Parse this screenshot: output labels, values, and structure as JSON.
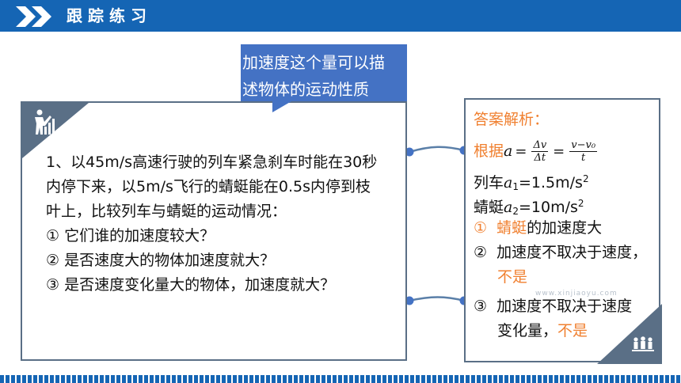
{
  "header": {
    "title": "跟踪练习"
  },
  "callout": {
    "lines": [
      "加速度这个量可以描",
      "述物体的运动性质"
    ]
  },
  "question": {
    "lines": [
      "1、以45m/s高速行驶的列车紧急刹车时能在30秒",
      "内停下来，以5m/s飞行的蜻蜓能在0.5s内停到枝",
      "叶上，比较列车与蜻蜓的运动情况：",
      "①  它们谁的加速度较大？",
      "②  是否速度大的物体加速度就大？",
      "③  是否速度变化量大的物体，加速度就大？"
    ]
  },
  "answer": {
    "heading": "答案解析：",
    "formula": {
      "prefix": "根据",
      "lhs": "a",
      "num1": "Δv",
      "den1": "Δt",
      "num2": "v−v₀",
      "den2": "t"
    },
    "train": {
      "label": "列车",
      "var": "a",
      "sub": "1",
      "value": "=1.5m/s",
      "exp": "2"
    },
    "dragonfly": {
      "label": "蜻蜓",
      "var": "a",
      "sub": "2",
      "value": "=10m/s",
      "exp": "2"
    },
    "a1": {
      "num": "①",
      "hl": "蜻蜓",
      "rest": "的加速度大"
    },
    "a2": {
      "num": "②",
      "line1": "加速度不取决于速度，",
      "line2": "不是"
    },
    "a3": {
      "num": "③",
      "line1": "加速度不取决于速度",
      "line2a": "变化量，",
      "line2b": "不是"
    }
  },
  "watermark": "www.xinjiaoyu.com",
  "colors": {
    "primary": "#1565b4",
    "accent": "#f08030",
    "callout": "#4472c4",
    "border": "#5a6f86"
  },
  "icons": {
    "question_corner": "presenter-chart-icon",
    "answer_corner": "team-people-icon"
  }
}
